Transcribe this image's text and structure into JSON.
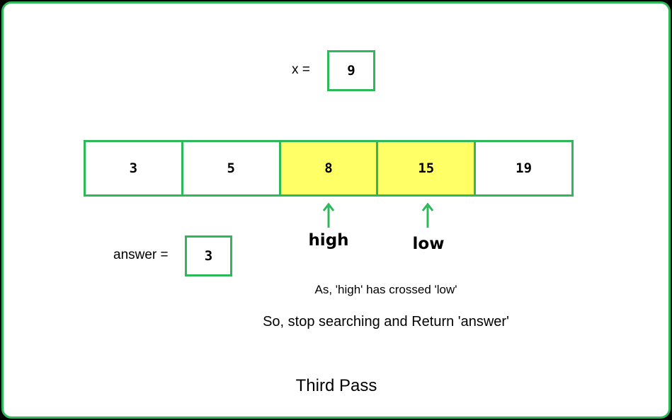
{
  "x_label": "x =",
  "x_value": "9",
  "array": [
    {
      "value": "3",
      "highlight": false
    },
    {
      "value": "5",
      "highlight": false
    },
    {
      "value": "8",
      "highlight": true
    },
    {
      "value": "15",
      "highlight": true
    },
    {
      "value": "19",
      "highlight": false
    }
  ],
  "pointers": {
    "high": "high",
    "low": "low"
  },
  "answer_label": "answer =",
  "answer_value": "3",
  "message_1": "As, 'high' has crossed 'low'",
  "message_2": "So, stop searching and Return 'answer'",
  "caption": "Third Pass",
  "colors": {
    "border": "#2db85a",
    "highlight": "#ffff66",
    "arrow": "#2db85a"
  }
}
